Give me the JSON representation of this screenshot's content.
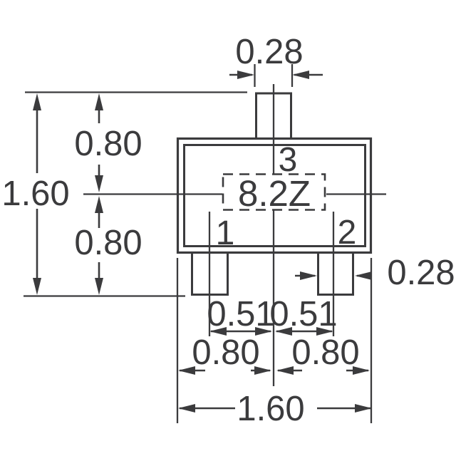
{
  "drawing": {
    "kind": "component-package-outline",
    "marking": "8.2Z",
    "pins": {
      "pin1": "1",
      "pin2": "2",
      "pin3": "3"
    },
    "dimensions": {
      "top_lead_width": "0.28",
      "body_height_total": "1.60",
      "body_height_upper": "0.80",
      "body_height_lower": "0.80",
      "bottom_lead_width": "0.28",
      "lead1_offset": "0.51",
      "lead2_offset": "0.51",
      "half_width_left": "0.80",
      "half_width_right": "0.80",
      "body_width_total": "1.60"
    },
    "colors": {
      "line": "#3b3b3d",
      "background": "#ffffff"
    }
  }
}
